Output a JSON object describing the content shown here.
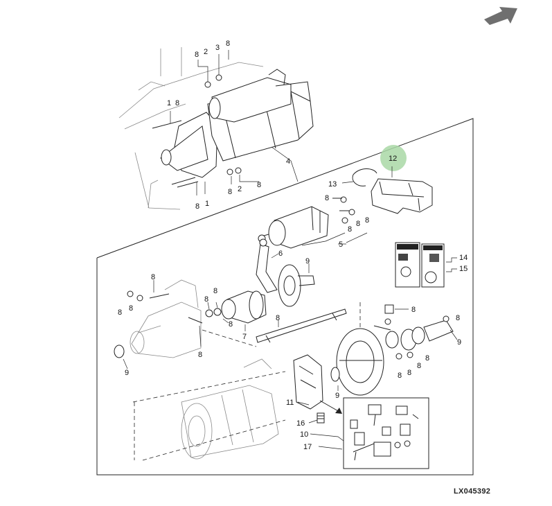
{
  "nav": {
    "next_icon": "arrow-right-icon",
    "color": "#6f6f6f"
  },
  "diagram": {
    "reference_code": "LX045392",
    "highlight_color": "#a9d8a6",
    "highlighted_callout": "12",
    "callouts": {
      "c1a": "1",
      "c8a": "8",
      "c8b": "8",
      "c2a": "2",
      "c3a": "3",
      "c4": "4",
      "c8c": "8",
      "c2b": "2",
      "c8d": "8",
      "c8e": "8",
      "c1b": "1",
      "c12": "12",
      "c13": "13",
      "c8f": "8",
      "c8g": "8",
      "c8h": "8",
      "c8i": "8",
      "c5": "5",
      "c6": "6",
      "c9a": "9",
      "c14": "14",
      "c15": "15",
      "c8j": "8",
      "c8k": "8",
      "c8l": "8",
      "c8m": "8",
      "c8n": "8",
      "c7": "7",
      "c8o": "8",
      "c8p": "8",
      "c9b": "9",
      "c8q": "8",
      "c8r": "8",
      "c8s": "8",
      "c8t": "8",
      "c9c": "9",
      "c11": "11",
      "c9d": "9",
      "c16": "16",
      "c10": "10",
      "c17": "17"
    }
  }
}
